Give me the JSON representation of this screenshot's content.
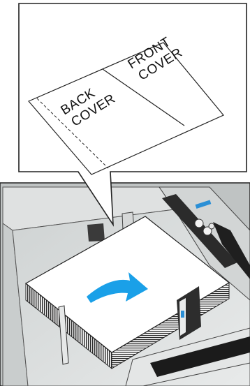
{
  "callout": {
    "back_cover_line1": "BACK",
    "back_cover_line2": "COVER",
    "front_cover_line1": "FRONT",
    "front_cover_line2": "COVER"
  },
  "icons": {
    "feed_direction": "curved-arrow-icon"
  },
  "colors": {
    "arrow": "#1aa0e8",
    "accent_blue": "#2a8fd6",
    "tray_gray": "#d9dcdc",
    "guide_black": "#1c1c1c"
  }
}
